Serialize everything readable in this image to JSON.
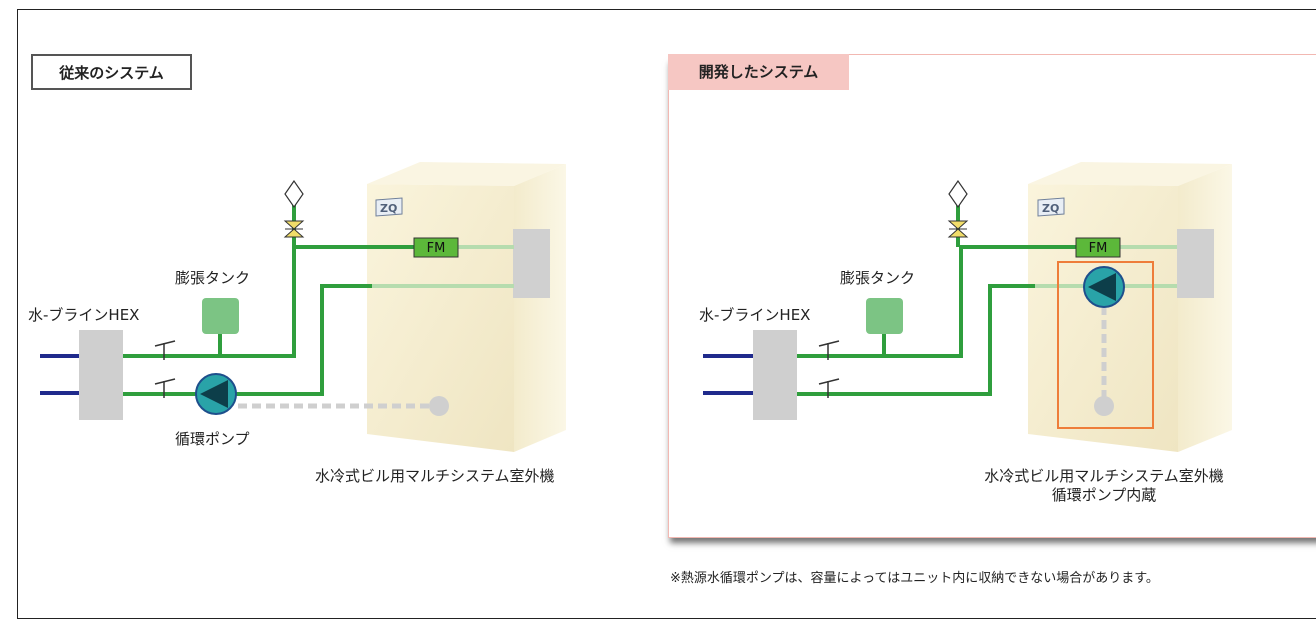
{
  "legacy_system": {
    "title": "従来のシステム",
    "hex_label": "水-ブラインHEX",
    "tank_label": "膨張タンク",
    "pump_label": "循環ポンプ",
    "flowmeter_label": "FM",
    "unit_label": "水冷式ビル用マルチシステム室外機",
    "logo_text": "ZQ"
  },
  "developed_system": {
    "title": "開発したシステム",
    "hex_label": "水-ブラインHEX",
    "tank_label": "膨張タンク",
    "flowmeter_label": "FM",
    "unit_label_line1": "水冷式ビル用マルチシステム室外機",
    "unit_label_line2": "循環ポンプ内蔵",
    "logo_text": "ZQ"
  },
  "footnote": "※熱源水循環ポンプは、容量によってはユニット内に収納できない場合があります。",
  "colors": {
    "pipe_green": "#2f9e3d",
    "pipe_light_green": "#b6dcae",
    "brine_blue": "#1f2a8c",
    "hex_gray": "#cfcfcf",
    "tank_green": "#7cc484",
    "pump_teal": "#29a3a8",
    "fm_green": "#5cb83a",
    "unit_cream": "#f4ecd0",
    "highlight_orange": "#ee7d3a",
    "valve_yellow": "#f1dd6a",
    "panel_pink": "#f6c7c3"
  }
}
